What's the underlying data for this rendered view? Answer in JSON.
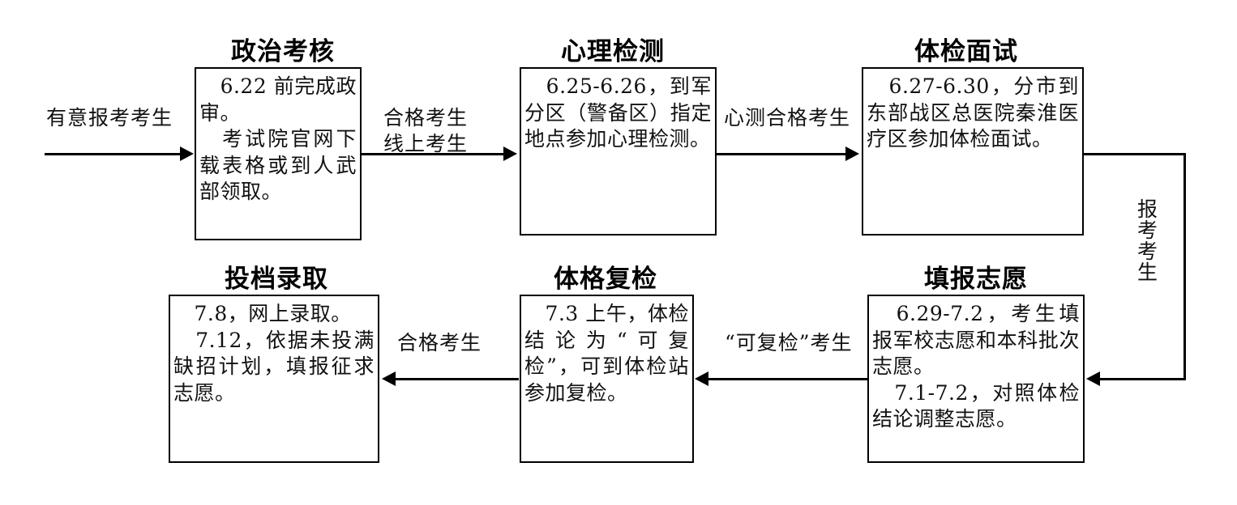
{
  "diagram": {
    "title_font_color": "#000000",
    "line_color": "#000000",
    "nodes": [
      {
        "id": "political-review",
        "title": "政治考核",
        "body": "　6.22 前完成政审。\n　考试院官网下载表格或到人武部领取。"
      },
      {
        "id": "psych-test",
        "title": "心理检测",
        "body": "　6.25-6.26，到军分区（警备区）指定地点参加心理检测。"
      },
      {
        "id": "physical-interview",
        "title": "体检面试",
        "body": "　6.27-6.30，分市到东部战区总医院秦淮医疗区参加体检面试。"
      },
      {
        "id": "admission",
        "title": "投档录取",
        "body": "　7.8，网上录取。\n　7.12，依据未投满缺招计划，填报征求志愿。"
      },
      {
        "id": "physical-recheck",
        "title": "体格复检",
        "body": "　7.3 上午，体检结论为“可复检”，可到体检站参加复检。"
      },
      {
        "id": "fill-application",
        "title": "填报志愿",
        "body": "　6.29-7.2，考生填报军校志愿和本科批次志愿。\n　7.1-7.2，对照体检结论调整志愿。"
      }
    ],
    "edges": [
      {
        "id": "entry",
        "label": "有意报考考生"
      },
      {
        "id": "pass-online",
        "label": "合格考生\n线上考生",
        "line1": "合格考生",
        "line2": "线上考生"
      },
      {
        "id": "psych-pass",
        "label": "心测合格考生"
      },
      {
        "id": "apply-candidate",
        "label": "报考考生"
      },
      {
        "id": "recheckable",
        "label": "“可复检”考生"
      },
      {
        "id": "qualified",
        "label": "合格考生"
      }
    ]
  }
}
